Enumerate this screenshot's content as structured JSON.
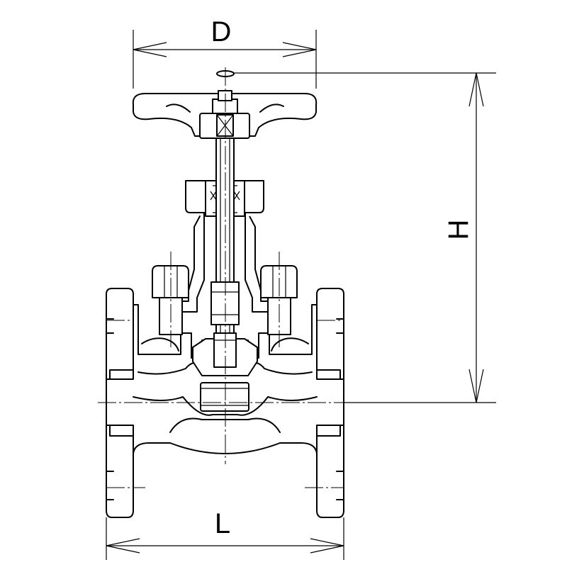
{
  "dimensions": {
    "diameter_label": "D",
    "height_label": "H",
    "length_label": "L"
  },
  "colors": {
    "line": "#000000",
    "background": "#ffffff"
  }
}
